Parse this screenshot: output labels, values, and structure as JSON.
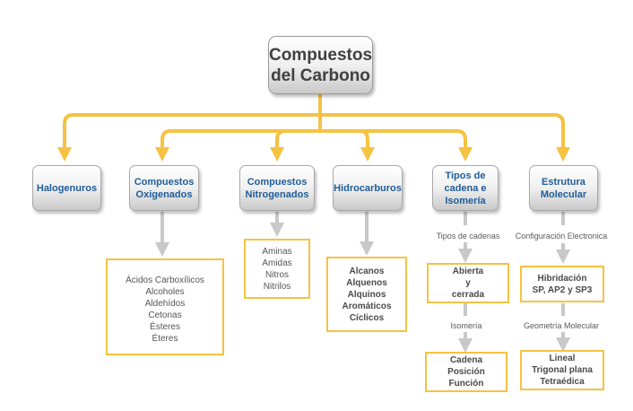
{
  "colors": {
    "connector": "#f5c242",
    "gray_arrow": "#c8c8c8",
    "node_text": "#1f5c99"
  },
  "root": {
    "line1": "Compuestos",
    "line2": "del Carbono"
  },
  "categories": [
    {
      "label": "Halogenuros"
    },
    {
      "label": "Compuestos\nOxigenados"
    },
    {
      "label": "Compuestos\nNitrogenados"
    },
    {
      "label": "Hidrocarburos"
    },
    {
      "label": "Tipos de\ncadena e\nIsomería"
    },
    {
      "label": "Estrutura\nMolecular"
    }
  ],
  "oxigenados_list": [
    "Ácidos Carboxílicos",
    "Alcoholes",
    "Aldehídos",
    "Cetonas",
    "Ésteres",
    "Éteres"
  ],
  "nitrogenados_list": [
    "Aminas",
    "Amidas",
    "Nitros",
    "Nitrilos"
  ],
  "hidrocarburos_list": [
    "Alcanos",
    "Alquenos",
    "Alquinos",
    "Aromáticos",
    "Cíclicos"
  ],
  "cadena": {
    "label1": "Tipos de cadenas",
    "box1": [
      "Abierta",
      "y",
      "cerrada"
    ],
    "label2": "Isomería",
    "box2": [
      "Cadena",
      "Posición",
      "Función"
    ]
  },
  "estructura": {
    "label1": "Configuración Electronica",
    "box1": [
      "Hibridación",
      "SP, AP2 y SP3"
    ],
    "label2": "Geometría Molecular",
    "box2": [
      "Lineal",
      "Trigonal plana",
      "Tetraédica"
    ]
  }
}
